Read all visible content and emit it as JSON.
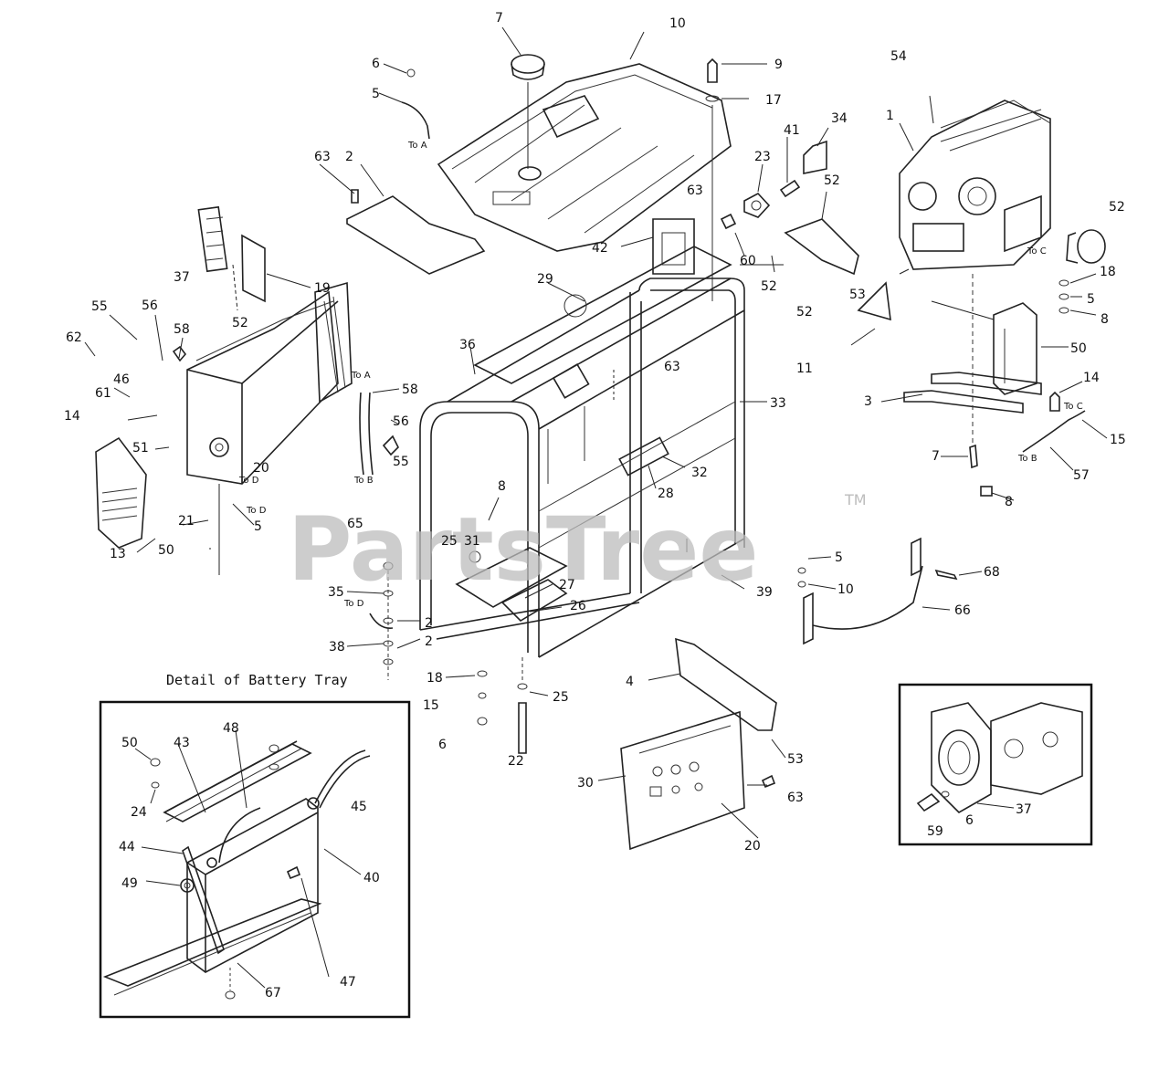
{
  "watermark": {
    "text": "PartsTree",
    "tm": "TM"
  },
  "detail_title": "Detail of Battery Tray",
  "labels": {
    "l7": "7",
    "l10": "10",
    "l6": "6",
    "l5top": "5",
    "l9": "9",
    "l17": "17",
    "l54": "54",
    "l1": "1",
    "l34": "34",
    "l41": "41",
    "l23": "23",
    "l63a": "63",
    "l2a": "2",
    "l63b": "63",
    "l42": "42",
    "l60": "60",
    "l52a": "52",
    "l52b": "52",
    "l52c": "52",
    "l52d": "52",
    "l19": "19",
    "l52e": "52",
    "l18a": "18",
    "l5r": "5",
    "l8r": "8",
    "l53": "53",
    "l50r": "50",
    "l37": "37",
    "l55a": "55",
    "l56a": "56",
    "l58a": "58",
    "l62": "62",
    "l46": "46",
    "l61": "61",
    "l14": "14",
    "l51": "51",
    "l20a": "20",
    "l21": "21",
    "l5b": "5",
    "l50a": "50",
    "l13": "13",
    "l58b": "58",
    "l56b": "56",
    "l55b": "55",
    "l36": "36",
    "l29": "29",
    "l63c": "63",
    "l11": "11",
    "l33": "33",
    "l32": "32",
    "l28": "28",
    "l8m": "8",
    "l3": "3",
    "l14r": "14",
    "l15r": "15",
    "l57": "57",
    "l7r": "7",
    "l8rb": "8",
    "l65": "65",
    "l2b": "2",
    "l35": "35",
    "l2c": "2",
    "l38": "38",
    "l25a": "25",
    "l31": "31",
    "l27": "27",
    "l26": "26",
    "l39": "39",
    "l5c": "5",
    "l10b": "10",
    "l68": "68",
    "l66": "66",
    "l18b": "18",
    "l15b": "15",
    "l25b": "25",
    "l6b": "6",
    "l22": "22",
    "l4": "4",
    "l53b": "53",
    "l30": "30",
    "l63d": "63",
    "l20b": "20",
    "l50d": "50",
    "l43": "43",
    "l45": "45",
    "l48": "48",
    "l24": "24",
    "l44": "44",
    "l40": "40",
    "l49": "49",
    "l67": "67",
    "l47": "47",
    "l37b": "37",
    "l59": "59",
    "l6c": "6"
  },
  "callouts": {
    "toA1": "To A",
    "toA2": "To A",
    "toB1": "To B",
    "toB2": "To B",
    "toC1": "To C",
    "toC2": "To C",
    "toD1": "To D",
    "toD2": "To D",
    "toD3": "To D"
  }
}
